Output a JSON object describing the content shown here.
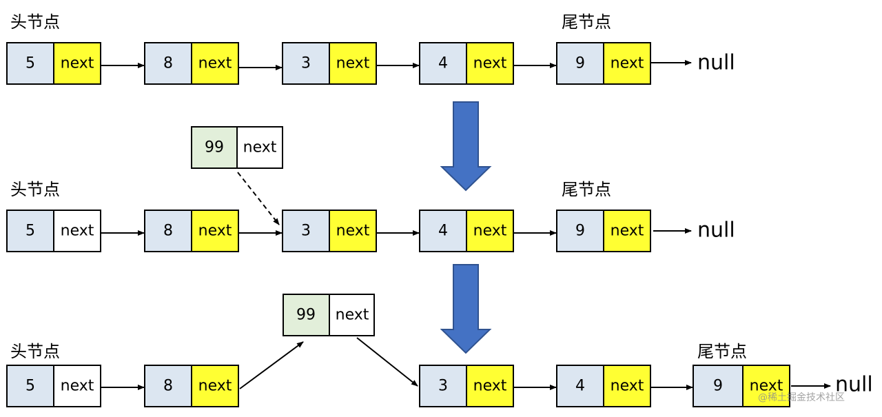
{
  "labels": {
    "head": "头节点",
    "tail": "尾节点",
    "next": "next",
    "null": "null"
  },
  "colors": {
    "data_fill": "#dce6f1",
    "next_fill": "#ffff33",
    "new_data_fill": "#e2efda",
    "plain_fill": "#ffffff",
    "big_arrow": "#4472c4",
    "stroke": "#000000"
  },
  "rows": [
    {
      "values": [
        "5",
        "8",
        "3",
        "4",
        "9"
      ],
      "yellow_next": [
        true,
        true,
        true,
        true,
        true
      ]
    },
    {
      "values": [
        "5",
        "8",
        "3",
        "4",
        "9"
      ],
      "yellow_next": [
        false,
        true,
        true,
        true,
        true
      ]
    },
    {
      "values": [
        "5",
        "8",
        "3",
        "4",
        "9"
      ],
      "yellow_next": [
        false,
        true,
        true,
        true,
        true
      ]
    }
  ],
  "inserted_node": {
    "value": "99"
  },
  "watermark": "@稀土掘金技术社区"
}
